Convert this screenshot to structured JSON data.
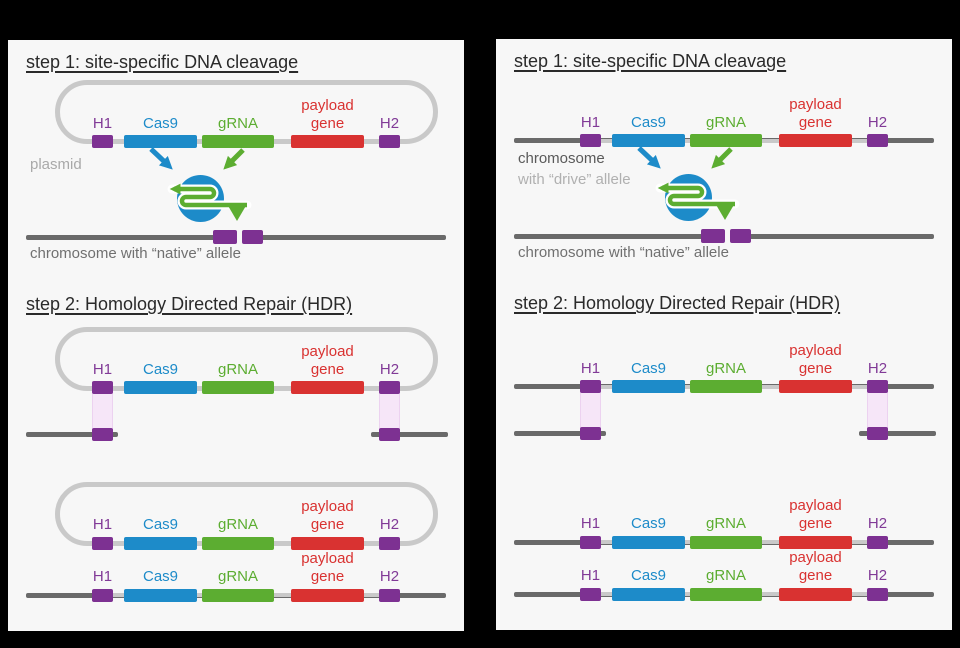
{
  "cassette": {
    "h1": "H1",
    "cas9": "Cas9",
    "grna": "gRNA",
    "payload_line1": "payload",
    "payload_line2": "gene",
    "h2": "H2"
  },
  "panels": {
    "left": {
      "step1_title": "step 1: site-specific DNA cleavage",
      "step2_title": "step 2: Homology Directed Repair (HDR)",
      "plasmid_label": "plasmid",
      "native_allele_caption": "chromosome with “native” allele"
    },
    "right": {
      "step1_title": "step 1: site-specific DNA cleavage",
      "step2_title": "step 2: Homology Directed Repair (HDR)",
      "drive_allele_label_line1": "chromosome",
      "drive_allele_label_line2": "with “drive” allele",
      "native_allele_caption": "chromosome with “native” allele"
    }
  },
  "colors": {
    "page_background": "#000000",
    "panel_background": "#f7f7f7",
    "homology_box_purple": "#7d3192",
    "cas9_blue": "#1d8bc9",
    "grna_green": "#5cad31",
    "payload_red": "#d93231",
    "chromosome_dark_gray": "#6a6a6a",
    "plasmid_backbone_light_gray": "#c9c9c9",
    "homology_band_pink": "#f6e6f8",
    "title_text": "#2a2a2a",
    "muted_caption_gray": "#a9a9a9",
    "caption_gray": "#707070"
  }
}
